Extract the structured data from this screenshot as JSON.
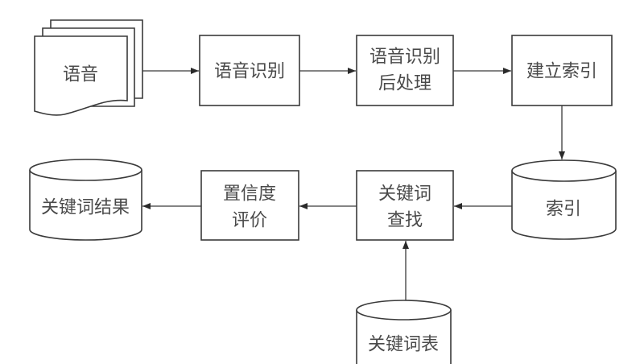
{
  "diagram": {
    "type": "flowchart",
    "nodes": [
      {
        "id": "speech",
        "shape": "multi-document",
        "lines": [
          "语音"
        ]
      },
      {
        "id": "asr",
        "shape": "process",
        "lines": [
          "语音识别"
        ]
      },
      {
        "id": "asr_post",
        "shape": "process",
        "lines": [
          "语音识别",
          "后处理"
        ]
      },
      {
        "id": "build_index",
        "shape": "process",
        "lines": [
          "建立索引"
        ]
      },
      {
        "id": "index",
        "shape": "database",
        "lines": [
          "索引"
        ]
      },
      {
        "id": "kw_search",
        "shape": "process",
        "lines": [
          "关键词",
          "查找"
        ]
      },
      {
        "id": "confidence",
        "shape": "process",
        "lines": [
          "置信度",
          "评价"
        ]
      },
      {
        "id": "kw_result",
        "shape": "database",
        "lines": [
          "关键词结果"
        ]
      },
      {
        "id": "kw_list",
        "shape": "database",
        "lines": [
          "关键词表"
        ]
      }
    ],
    "edges": [
      {
        "from": "speech",
        "to": "asr"
      },
      {
        "from": "asr",
        "to": "asr_post"
      },
      {
        "from": "asr_post",
        "to": "build_index"
      },
      {
        "from": "build_index",
        "to": "index"
      },
      {
        "from": "index",
        "to": "kw_search"
      },
      {
        "from": "kw_list",
        "to": "kw_search"
      },
      {
        "from": "kw_search",
        "to": "confidence"
      },
      {
        "from": "confidence",
        "to": "kw_result"
      }
    ],
    "colors": {
      "stroke": "#3a3a3a",
      "text": "#4a4a4a",
      "background": "#ffffff"
    }
  }
}
